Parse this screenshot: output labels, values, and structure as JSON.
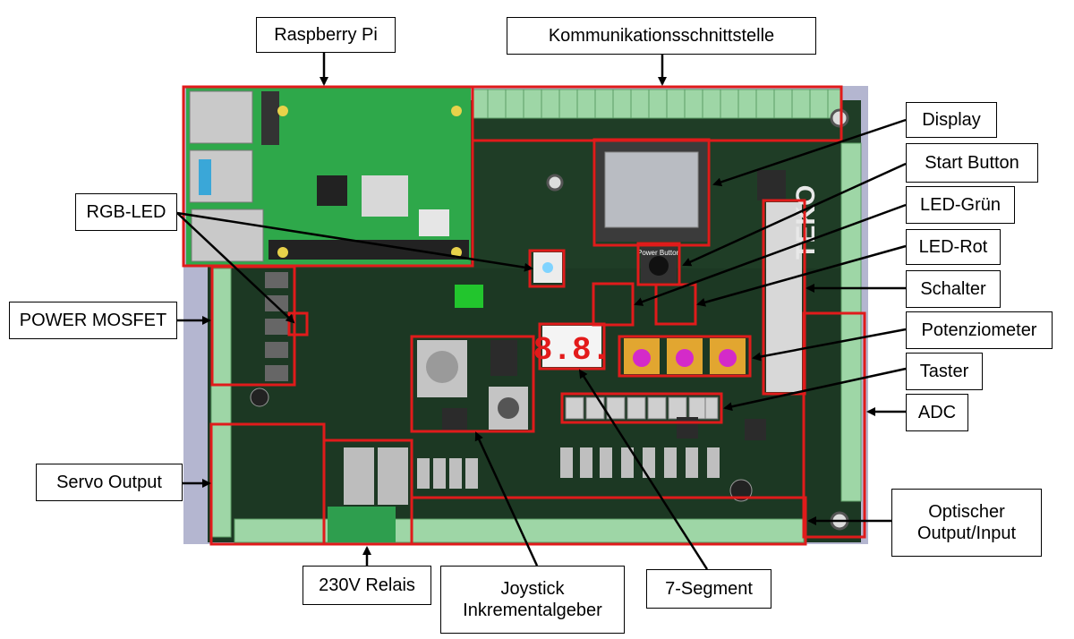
{
  "colors": {
    "pcb": "#1f3d26",
    "pcb_dark": "#163020",
    "rpi": "#2ea84a",
    "highlight": "#e01b1b",
    "terminal": "#9ed6a6",
    "backdrop": "#b4b6d0",
    "seven_segment": "#e31a1a"
  },
  "labels": {
    "raspberry_pi": "Raspberry Pi",
    "kommunikation": "Kommunikationsschnittstelle",
    "display": "Display",
    "start_button": "Start Button",
    "led_gruen": "LED-Grün",
    "led_rot": "LED-Rot",
    "schalter": "Schalter",
    "potenziometer": "Potenziometer",
    "taster": "Taster",
    "adc": "ADC",
    "rgb_led": "RGB-LED",
    "power_mosfet": "POWER MOSFET",
    "servo_output": "Servo Output",
    "relais": "230V Relais",
    "joystick": "Joystick\nInkrementalgeber",
    "seven_segment": "7-Segment",
    "optischer": "Optischer\nOutput/Input"
  },
  "board_text": {
    "brand": "TEKO",
    "segment_digits": "8.8.",
    "power_button": "Power Button"
  }
}
